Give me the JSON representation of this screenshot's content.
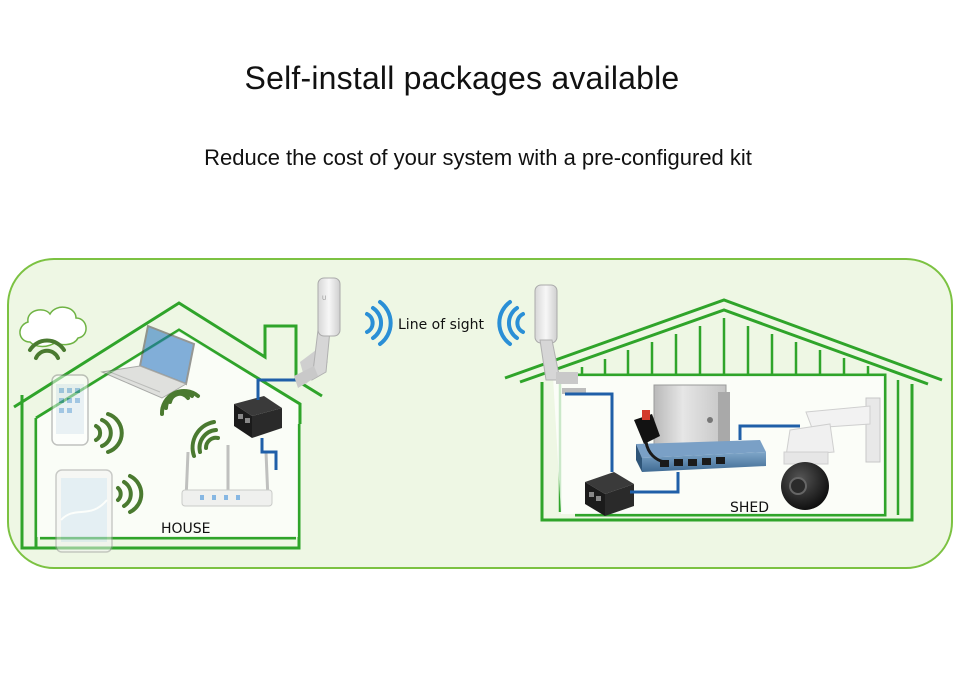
{
  "header": {
    "title": "Self-install packages available",
    "subtitle": "Reduce the cost of your system with a pre-configured kit"
  },
  "diagram": {
    "link_label": "Line of sight",
    "house_label": "HOUSE",
    "shed_label": "SHED"
  },
  "colors": {
    "house_outline": "#2fa42a",
    "panel_border": "#7cc242",
    "panel_fill": "#eef7e4",
    "wifi_green": "#4a7a30",
    "wifi_blue": "#2a8fd6",
    "cable": "#1f5fa8"
  }
}
